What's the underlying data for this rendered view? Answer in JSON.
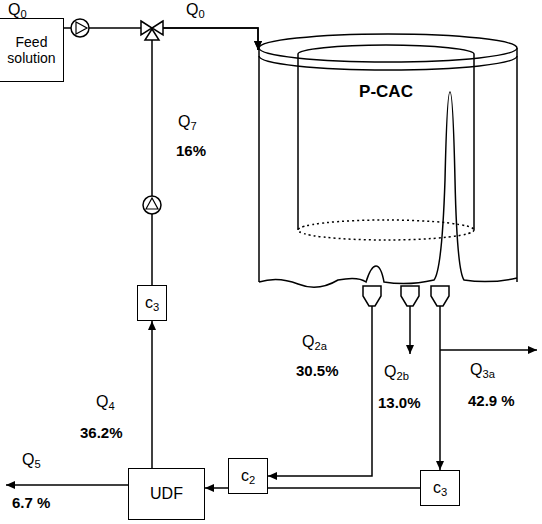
{
  "diagram": {
    "nodes": [
      {
        "text": [
          "Feed solution"
        ]
      },
      {
        "text": [
          "P-CAC"
        ]
      },
      {
        "text": [
          "c3"
        ]
      },
      {
        "text": [
          "c2"
        ]
      },
      {
        "text": [
          "c3"
        ]
      },
      {
        "text": [
          "UDF"
        ]
      }
    ],
    "edges": [
      {
        "from": 0,
        "to": 1,
        "arrow": "to"
      },
      {
        "from": 2,
        "to": 1,
        "arrow": "to"
      },
      {
        "from": 1,
        "to": 3,
        "arrow": "to"
      },
      {
        "from": 1,
        "to": 4,
        "arrow": "to"
      },
      {
        "from": 4,
        "to": 5,
        "arrow": "to"
      },
      {
        "from": 5,
        "to": 2,
        "arrow": "to"
      }
    ],
    "labels": [
      "Q0",
      "Q0",
      "Q7",
      "16%",
      "Q2a",
      "30.5%",
      "Q2b",
      "13.0%",
      "Q3a",
      "42.9 %",
      "Q4",
      "36.2%",
      "Q5",
      "6.7 %"
    ]
  }
}
